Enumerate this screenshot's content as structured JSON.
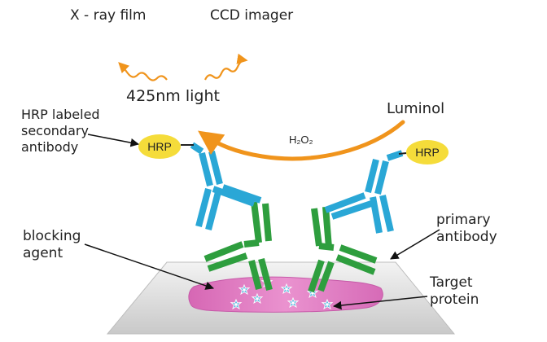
{
  "labels": {
    "xray_film": "X - ray film",
    "ccd_imager": "CCD imager",
    "light": "425nm light",
    "luminol": "Luminol",
    "h2o2": "H₂O₂",
    "hrp_secondary_line1": "HRP labeled",
    "hrp_secondary_line2": "secondary",
    "hrp_secondary_line3": "antibody",
    "hrp_badge_left": "HRP",
    "hrp_badge_right": "HRP",
    "blocking_line1": "blocking",
    "blocking_line2": "agent",
    "primary_line1": "primary",
    "primary_line2": "antibody",
    "target_line1": "Target",
    "target_line2": "protein"
  },
  "colors": {
    "arc": "#f0941c",
    "wave": "#f0941c",
    "hrp_badge": "#f5dc3a",
    "secondary_antibody": "#2aa7d6",
    "primary_antibody": "#2e9e3e",
    "membrane_top": "#f1f1f1",
    "membrane_bottom": "#cfcfcf",
    "protein_band": "#e07cc4",
    "protein_dot": "#5bb7e0",
    "text": "#222222"
  },
  "icons": {
    "wave_arrow": "wavy-arrow-icon",
    "pointer": "pointer-arrow-icon"
  }
}
